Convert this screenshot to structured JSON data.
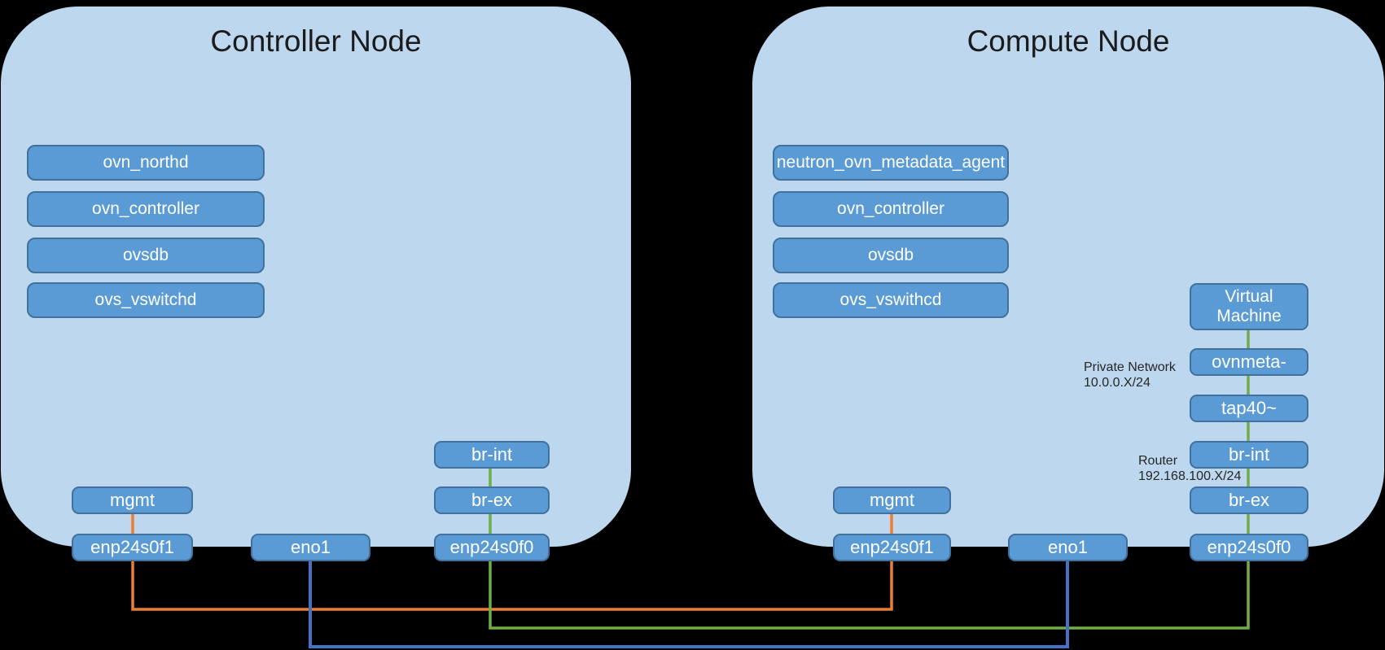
{
  "colors": {
    "background": "#000000",
    "node_fill": "#BDD7EE",
    "box_fill": "#5B9BD5",
    "box_border": "#41719C",
    "mgmt_line": "#ED7D31",
    "external_line": "#70AD47",
    "tunnel_line": "#4472C4",
    "title_text": "#1b1b1b",
    "box_text": "#ffffff",
    "annotation_text": "#262626"
  },
  "controller": {
    "title": "Controller Node",
    "services": [
      "ovn_northd",
      "ovn_controller",
      "ovsdb",
      "ovs_vswitchd"
    ],
    "mgmt_label": "mgmt",
    "bridges": {
      "br_int": "br-int",
      "br_ex": "br-ex"
    },
    "nics": {
      "nic1": "enp24s0f1",
      "eno1": "eno1",
      "nic0": "enp24s0f0"
    }
  },
  "compute": {
    "title": "Compute Node",
    "services": [
      "neutron_ovn_metadata_agent",
      "ovn_controller",
      "ovsdb",
      "ovs_vswithcd"
    ],
    "mgmt_label": "mgmt",
    "vm_label": "Virtual Machine",
    "stack": {
      "ovnmeta": "ovnmeta-",
      "tap": "tap40~",
      "br_int": "br-int",
      "br_ex": "br-ex"
    },
    "nics": {
      "nic1": "enp24s0f1",
      "eno1": "eno1",
      "nic0": "enp24s0f0"
    },
    "annotations": {
      "private_network_line1": "Private Network",
      "private_network_line2": "10.0.0.X/24",
      "router_line1": "Router",
      "router_line2": "192.168.100.X/24"
    }
  }
}
